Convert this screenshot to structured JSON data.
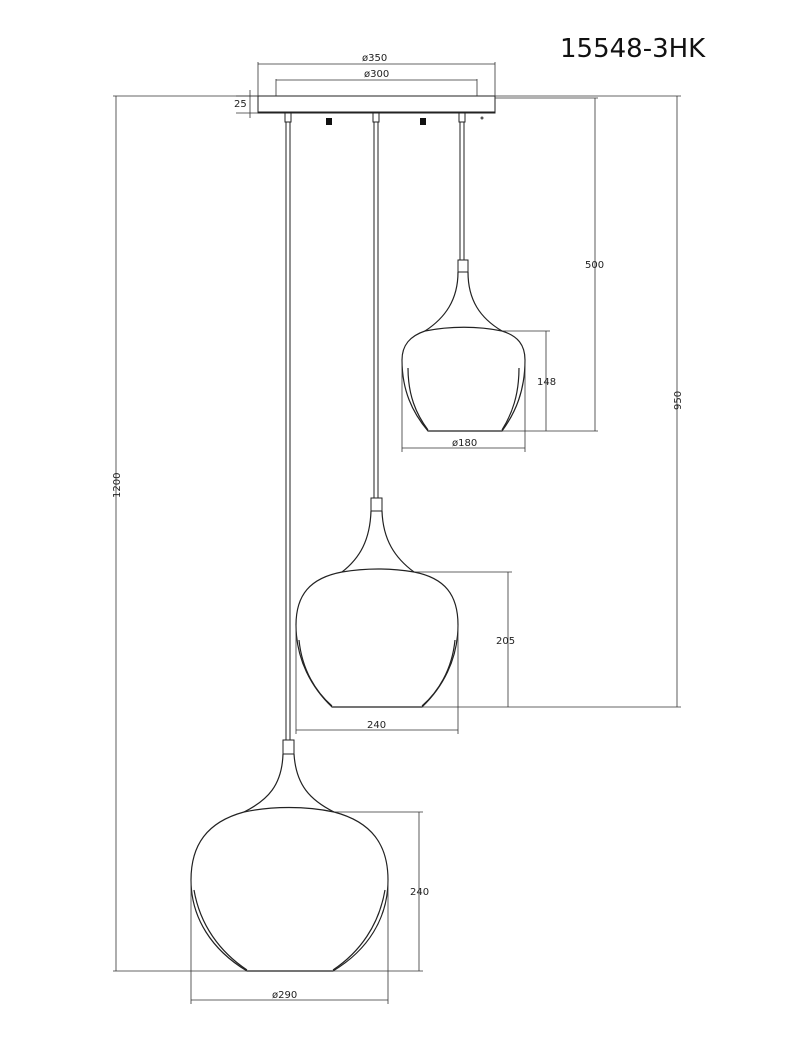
{
  "model": "15548-3HK",
  "dimensions": {
    "canopy_outer_diameter": "ø350",
    "canopy_inner_diameter": "ø300",
    "canopy_height": "25",
    "total_height": "1200",
    "mid_height": "950",
    "short_height": "500",
    "small_shade_height": "148",
    "small_shade_diameter": "ø180",
    "medium_shade_height": "205",
    "medium_shade_diameter": "240",
    "large_shade_height": "240",
    "large_shade_diameter": "ø290"
  }
}
